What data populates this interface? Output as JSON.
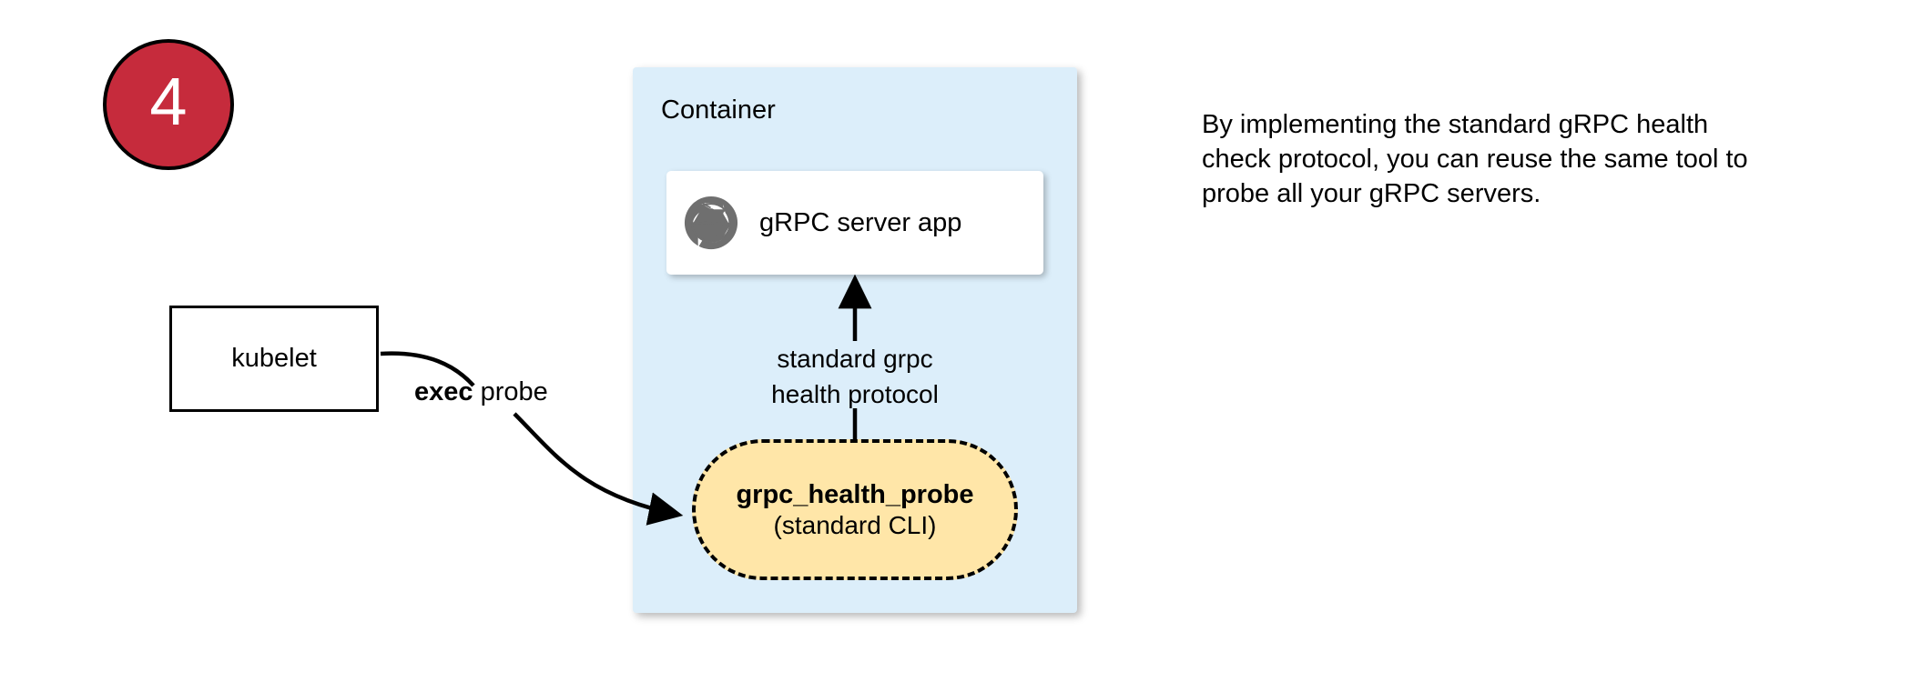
{
  "step": {
    "number": "4"
  },
  "kubelet": {
    "label": "kubelet"
  },
  "edges": {
    "exec_probe_bold": "exec",
    "exec_probe_rest": " probe",
    "protocol_line1": "standard grpc",
    "protocol_line2": "health protocol"
  },
  "container": {
    "title": "Container",
    "server": {
      "icon": "aperture-icon",
      "label": "gRPC server app"
    },
    "probe": {
      "name": "grpc_health_probe",
      "subtitle": "(standard CLI)"
    }
  },
  "note": {
    "text": "By implementing the standard gRPC health check protocol, you can reuse the same tool to probe all your gRPC servers."
  },
  "colors": {
    "badge_fill": "#C62B3C",
    "badge_stroke": "#000000",
    "badge_text": "#FFFFFF",
    "container_fill": "#DCEEFA",
    "card_fill": "#FFFFFF",
    "probe_fill": "#FFE6A8",
    "probe_stroke": "#000000",
    "icon_gray": "#6F6F6F",
    "connector": "#000000"
  }
}
